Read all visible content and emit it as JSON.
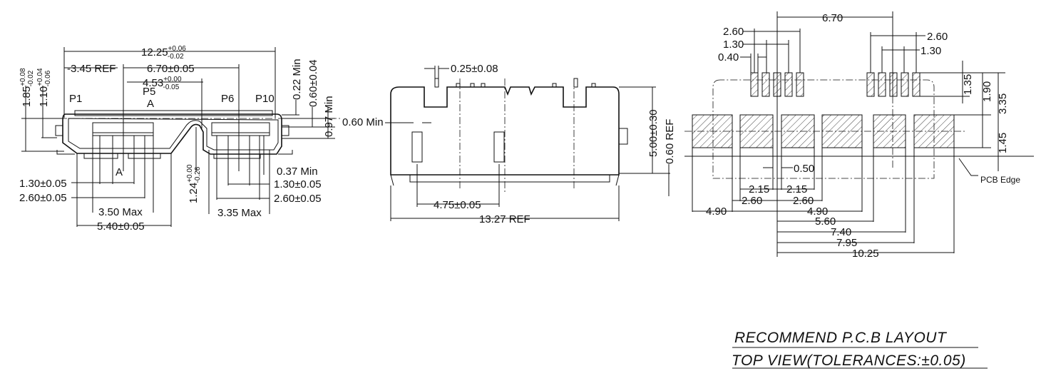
{
  "front_view": {
    "width_total": {
      "base": "12.25",
      "sup": "+0.06",
      "sub": "-0.02"
    },
    "ref_345": "-3.45  REF",
    "pitch_670": "6.70±0.05",
    "offset_453": {
      "base": "4.53",
      "sup": "+0.00",
      "sub": "-0.05"
    },
    "height_185": {
      "base": "1.85",
      "sup": "+0.08",
      "sub": "-0.02"
    },
    "height_110": {
      "base": "1.10",
      "sup": "+0.04",
      "sub": "-0.06"
    },
    "min_022": "0.22  Min",
    "dim_060": "0.60±0.04",
    "min_097": "0.97  Min",
    "pin_p1": "P1",
    "pin_p5": "P5",
    "pin_p6": "P6",
    "pin_p10": "P10",
    "section_a_top": "A",
    "section_a_bottom": "A",
    "left_130": "1.30±0.05",
    "left_260": "2.60±0.05",
    "max_350": "3.50  Max",
    "dim_540": "5.40±0.05",
    "dim_124": {
      "base": "1.24",
      "sup": "+0.00",
      "sub": "-0.26"
    },
    "min_037": "0.37  Min",
    "right_130": "1.30±0.05",
    "right_260": "2.60±0.05",
    "max_335": "3.35  Max"
  },
  "side_view": {
    "dim_025": "0.25±0.08",
    "min_060": "0.60  Min",
    "dim_475": "4.75±0.05",
    "ref_1327": "13.27  REF",
    "dim_500": "5.00±0.30",
    "ref_060": "0.60  REF"
  },
  "pcb_layout": {
    "top_670": "6.70",
    "left_260": "2.60",
    "left_130": "1.30",
    "left_040": "0.40",
    "right_260": "2.60",
    "right_130": "1.30",
    "v_135": "1.35",
    "v_190": "1.90",
    "v_335": "3.35",
    "v_145": "1.45",
    "pcb_edge": "PCB Edge",
    "dim_050": "0.50",
    "dim_215a": "2.15",
    "dim_215b": "2.15",
    "dim_260a": "2.60",
    "dim_260b": "2.60",
    "dim_490a": "4.90",
    "dim_490b": "4.90",
    "dim_560": "5.60",
    "dim_740": "7.40",
    "dim_795": "7.95",
    "dim_1025": "10.25",
    "caption_line1": "RECOMMEND P.C.B LAYOUT",
    "caption_line2": "TOP VIEW(TOLERANCES:±0.05)"
  }
}
